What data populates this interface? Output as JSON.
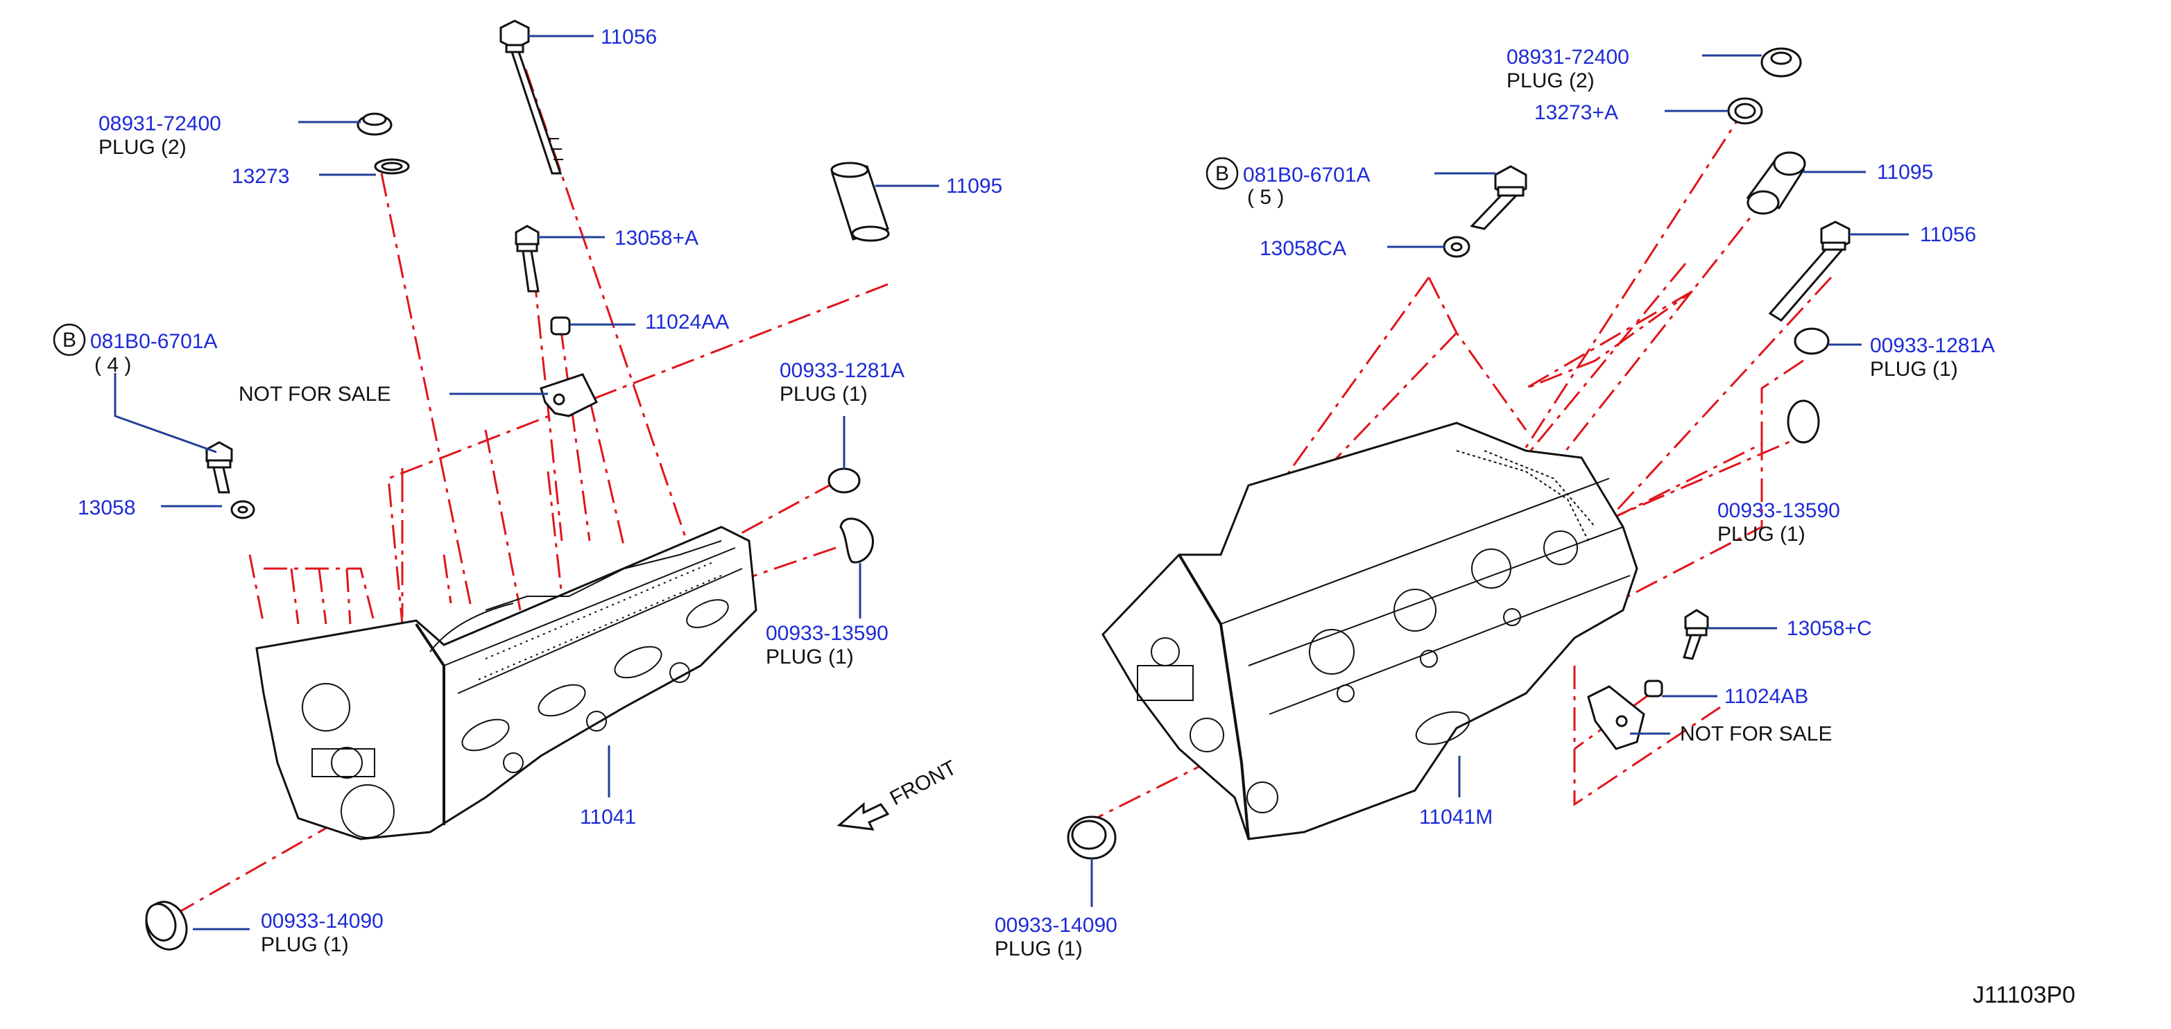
{
  "diagram_code": "J11103P0",
  "front_label": "FRONT",
  "bolt_symbol": "B",
  "left": {
    "c11056": "11056",
    "c08931": "08931-72400",
    "c08931_desc": "PLUG  (2)",
    "c13273": "13273",
    "c11095": "11095",
    "c13058a": "13058+A",
    "c11024aa": "11024AA",
    "c081b0": "081B0-6701A",
    "c081b0_qty": "(  4  )",
    "not_for_sale": "NOT   FOR   SALE",
    "c00933_1281a": "00933-1281A",
    "c00933_1281a_desc": "PLUG   (1)",
    "c13058_partial": "13058",
    "c00933_13590": "00933-13590",
    "c00933_13590_desc": "PLUG   (1)",
    "c11041": "11041",
    "c00933_14090": "00933-14090",
    "c00933_14090_desc": "PLUG   (1)"
  },
  "right": {
    "c08931": "08931-72400",
    "c08931_desc": "PLUG  (2)",
    "c13273a": "13273+A",
    "c081b0": "081B0-6701A",
    "c081b0_qty": "(  5  )",
    "c11095": "11095",
    "c13058ca": "13058CA",
    "c11056": "11056",
    "c00933_1281a": "00933-1281A",
    "c00933_1281a_desc": "PLUG   (1)",
    "c00933_13590_partial": "00933-13590",
    "c00933_13590_desc_partial": "PLUG  (1)",
    "c13058c": "13058+C",
    "c11024ab": "11024AB",
    "not_for_sale": "NOT   FOR   SALE",
    "c11041m": "11041M",
    "c00933_14090": "00933-14090",
    "c00933_14090_desc": "PLUG   (1)"
  }
}
